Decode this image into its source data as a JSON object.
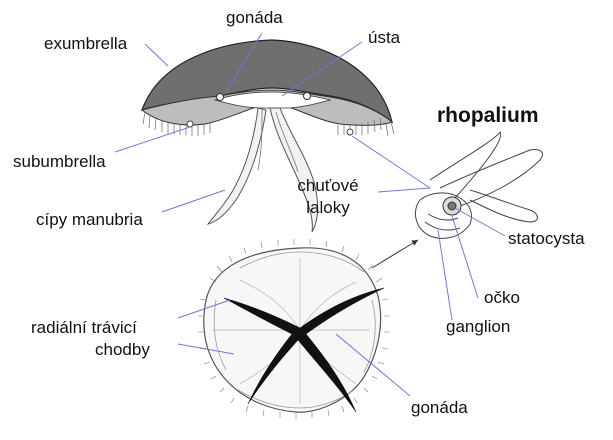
{
  "title": "rhopalium",
  "labels": {
    "gonada_top": "gonáda",
    "usta": "ústa",
    "exumbrella": "exumbrella",
    "subumbrella": "subumbrella",
    "cipy_manubria": "cípy manubria",
    "chutove": "chuťové",
    "laloky": "laloky",
    "statocysta": "statocysta",
    "ocko": "očko",
    "ganglion": "ganglion",
    "radialni_1": "radiální trávicí",
    "radialni_2": "chodby",
    "gonada_bottom": "gonáda"
  },
  "colors": {
    "exumbrella_fill": "#6f6f6f",
    "line": "#333333",
    "pointer": "#6b7bd6",
    "label_text": "#111111"
  }
}
